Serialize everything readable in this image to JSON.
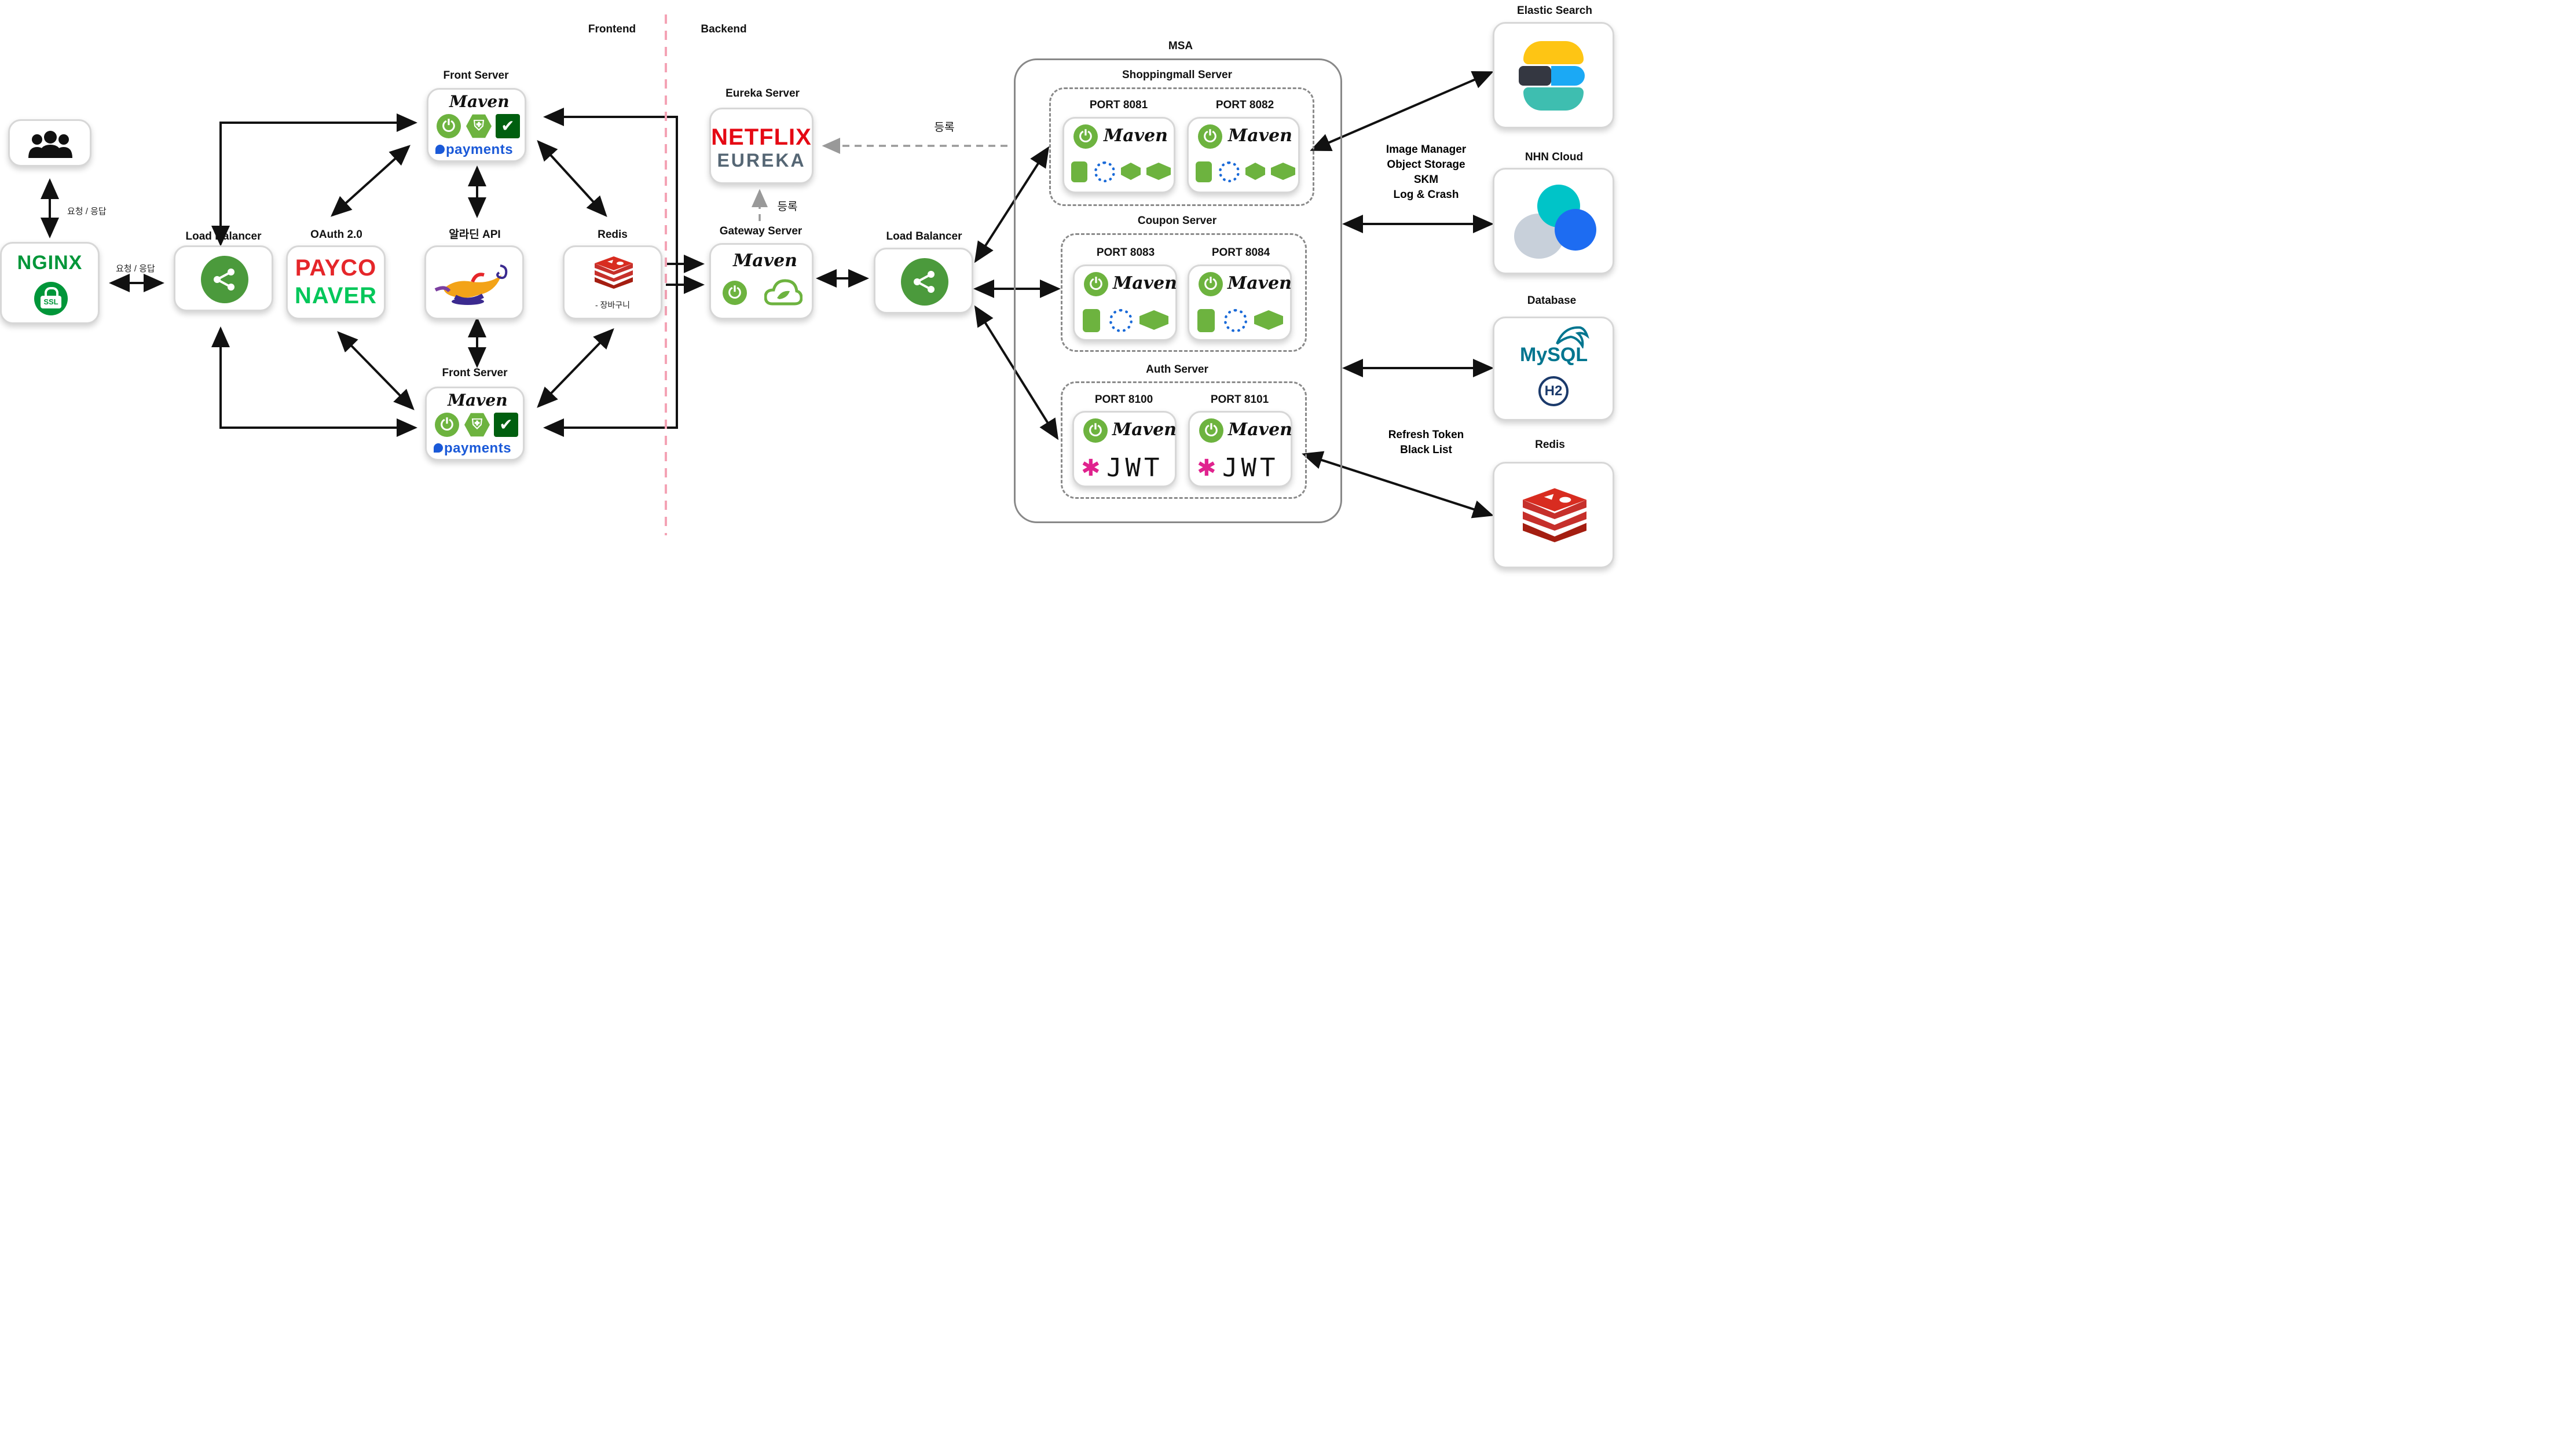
{
  "sections": {
    "frontend": "Frontend",
    "backend": "Backend"
  },
  "client": {
    "request_response_1": "요청 / 응답",
    "request_response_2": "요청 / 응답"
  },
  "nginx": {
    "logo_text": "NGINX",
    "ssl_text": "SSL"
  },
  "frontend": {
    "load_balancer": "Load Balancer",
    "front_server_top": "Front Server",
    "front_server_bottom": "Front Server",
    "oauth": "OAuth 2.0",
    "payco": "PAYCO",
    "naver": "NAVER",
    "aladin_api": "알라딘 API",
    "redis": "Redis",
    "redis_note": "- 장바구니",
    "maven": "Maven",
    "payments": "payments"
  },
  "backend": {
    "eureka_server": "Eureka Server",
    "netflix": "NETFLIX",
    "eureka": "EUREKA",
    "register_1": "등록",
    "register_2": "등록",
    "gateway_server": "Gateway Server",
    "load_balancer": "Load Balancer",
    "maven": "Maven"
  },
  "msa": {
    "title": "MSA",
    "shoppingmall": {
      "title": "Shoppingmall Server",
      "ports": [
        "PORT 8081",
        "PORT 8082"
      ]
    },
    "coupon": {
      "title": "Coupon Server",
      "ports": [
        "PORT 8083",
        "PORT 8084"
      ]
    },
    "auth": {
      "title": "Auth Server",
      "ports": [
        "PORT 8100",
        "PORT 8101"
      ],
      "jwt": "JWT"
    }
  },
  "external": {
    "elastic_search": "Elastic Search",
    "nhn_cloud": "NHN  Cloud",
    "nhn_services": [
      "Image Manager",
      "Object Storage",
      "SKM",
      "Log & Crash"
    ],
    "database": "Database",
    "mysql": "MySQL",
    "h2": "H2",
    "redis": "Redis",
    "redis_services": [
      "Refresh Token",
      "Black List"
    ]
  },
  "colors": {
    "spring_green": "#6db33f",
    "nginx_green": "#009639",
    "payco_red": "#e5262a",
    "naver_green": "#03c75a",
    "netflix_red": "#e50914",
    "redis_red": "#c6302b",
    "divider_pink": "#f4a3b5",
    "elastic_yellow": "#fec514",
    "elastic_teal": "#3ebeb0",
    "nhn_teal": "#00c4c8",
    "nhn_blue": "#1d6cf2"
  },
  "icons": [
    "users-icon",
    "nginx-logo",
    "ssl-lock-icon",
    "share-icon",
    "spring-icon",
    "spring-security-icon",
    "thymeleaf-icon",
    "toss-payments-icon",
    "aladin-lamp-icon",
    "redis-icon",
    "netflix-eureka-logo",
    "spring-cloud-icon",
    "database-icon",
    "batch-icon",
    "layers-icon",
    "jwt-logo",
    "elastic-logo",
    "nhn-cloud-logo",
    "mysql-logo",
    "h2-logo"
  ]
}
